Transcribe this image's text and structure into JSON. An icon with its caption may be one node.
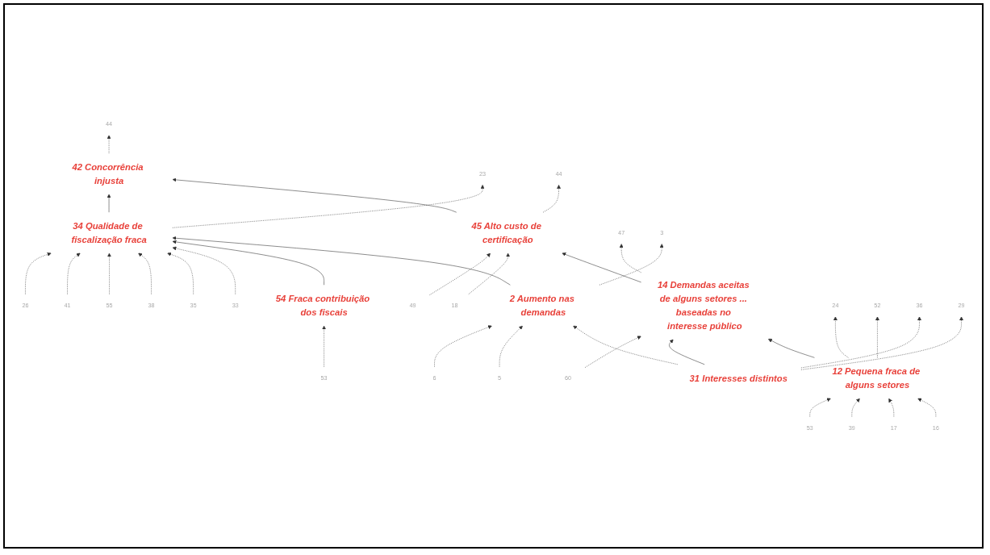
{
  "diagram": {
    "nodes": [
      {
        "text": [
          "44"
        ]
      },
      {
        "text": [
          "42 Concorrência injusta"
        ]
      },
      {
        "text": [
          "23"
        ]
      },
      {
        "text": [
          "34 Qualidade de fiscalização fraca"
        ]
      },
      {
        "text": [
          "44"
        ]
      },
      {
        "text": [
          "45 Alto custo de certificação"
        ]
      },
      {
        "text": [
          "26"
        ]
      },
      {
        "text": [
          "41"
        ]
      },
      {
        "text": [
          "55"
        ]
      },
      {
        "text": [
          "38"
        ]
      },
      {
        "text": [
          "35"
        ]
      },
      {
        "text": [
          "33"
        ]
      },
      {
        "text": [
          "49"
        ]
      },
      {
        "text": [
          "18"
        ]
      },
      {
        "text": [
          "47"
        ]
      },
      {
        "text": [
          "14 Demandas aceitas de alguns setores ... baseadas no interesse público"
        ]
      },
      {
        "text": [
          "3"
        ]
      },
      {
        "text": [
          "2 Aumento nas demandas"
        ]
      },
      {
        "text": [
          "54 Fraca contribuição dos fiscais"
        ]
      },
      {
        "text": [
          "60"
        ]
      },
      {
        "text": [
          "24"
        ]
      },
      {
        "text": [
          "52"
        ]
      },
      {
        "text": [
          "6"
        ]
      },
      {
        "text": [
          "5"
        ]
      },
      {
        "text": [
          "36"
        ]
      },
      {
        "text": [
          "29"
        ]
      },
      {
        "text": [
          "12 Pequena fraca de alguns setores"
        ]
      },
      {
        "text": [
          "31 Interesses distintos"
        ]
      },
      {
        "text": [
          "53"
        ]
      },
      {
        "text": [
          "53"
        ]
      },
      {
        "text": [
          "39"
        ]
      },
      {
        "text": [
          "17"
        ]
      },
      {
        "text": [
          "16"
        ]
      }
    ],
    "edges": [
      {
        "from": 1,
        "to": 0,
        "arrow": "to",
        "style": "dashed"
      },
      {
        "from": 3,
        "to": 2,
        "arrow": "to",
        "style": "dashed"
      },
      {
        "from": 3,
        "to": 1,
        "arrow": "to"
      },
      {
        "from": 5,
        "to": 4,
        "arrow": "to",
        "style": "dashed"
      },
      {
        "from": 5,
        "to": 1,
        "arrow": "to"
      },
      {
        "from": 6,
        "to": 3,
        "arrow": "to",
        "style": "dashed"
      },
      {
        "from": 7,
        "to": 3,
        "arrow": "to",
        "style": "dashed"
      },
      {
        "from": 8,
        "to": 3,
        "arrow": "to",
        "style": "dashed"
      },
      {
        "from": 9,
        "to": 3,
        "arrow": "to",
        "style": "dashed"
      },
      {
        "from": 10,
        "to": 3,
        "arrow": "to",
        "style": "dashed"
      },
      {
        "from": 11,
        "to": 3,
        "arrow": "to",
        "style": "dashed"
      },
      {
        "from": 12,
        "to": 5,
        "arrow": "to",
        "style": "dashed"
      },
      {
        "from": 13,
        "to": 5,
        "arrow": "to",
        "style": "dashed"
      },
      {
        "from": 15,
        "to": 14,
        "arrow": "to",
        "style": "dashed"
      },
      {
        "from": 15,
        "to": 5,
        "arrow": "to"
      },
      {
        "from": 17,
        "to": 16,
        "arrow": "to",
        "style": "dashed"
      },
      {
        "from": 18,
        "to": 3,
        "arrow": "to"
      },
      {
        "from": 17,
        "to": 3,
        "arrow": "to"
      },
      {
        "from": 22,
        "to": 17,
        "arrow": "to",
        "style": "dashed"
      },
      {
        "from": 23,
        "to": 17,
        "arrow": "to",
        "style": "dashed"
      },
      {
        "from": 28,
        "to": 18,
        "arrow": "to",
        "style": "dashed"
      },
      {
        "from": 19,
        "to": 15,
        "arrow": "to",
        "style": "dashed"
      },
      {
        "from": 27,
        "to": 24,
        "arrow": "to",
        "style": "dashed"
      },
      {
        "from": 27,
        "to": 25,
        "arrow": "to",
        "style": "dashed"
      },
      {
        "from": 27,
        "to": 17,
        "arrow": "to",
        "style": "dashed"
      },
      {
        "from": 27,
        "to": 15,
        "arrow": "to"
      },
      {
        "from": 26,
        "to": 20,
        "arrow": "to",
        "style": "dashed"
      },
      {
        "from": 26,
        "to": 21,
        "arrow": "to",
        "style": "dashed"
      },
      {
        "from": 29,
        "to": 26,
        "arrow": "to",
        "style": "dashed"
      },
      {
        "from": 30,
        "to": 26,
        "arrow": "to",
        "style": "dashed"
      },
      {
        "from": 31,
        "to": 26,
        "arrow": "to",
        "style": "dashed"
      },
      {
        "from": 32,
        "to": 26,
        "arrow": "to",
        "style": "dashed"
      },
      {
        "from": 26,
        "to": 15,
        "arrow": "to"
      }
    ]
  }
}
